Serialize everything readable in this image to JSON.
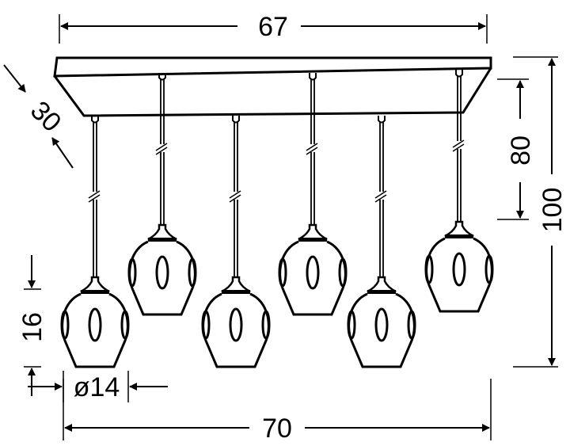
{
  "dimensions": {
    "width_top": "67",
    "depth": "30",
    "cable_height": "80",
    "total_height": "100",
    "shade_height": "16",
    "shade_diameter": "ø14",
    "width_bottom": "70"
  },
  "lamp_count": 6,
  "colors": {
    "line": "#000000",
    "background": "#ffffff"
  }
}
